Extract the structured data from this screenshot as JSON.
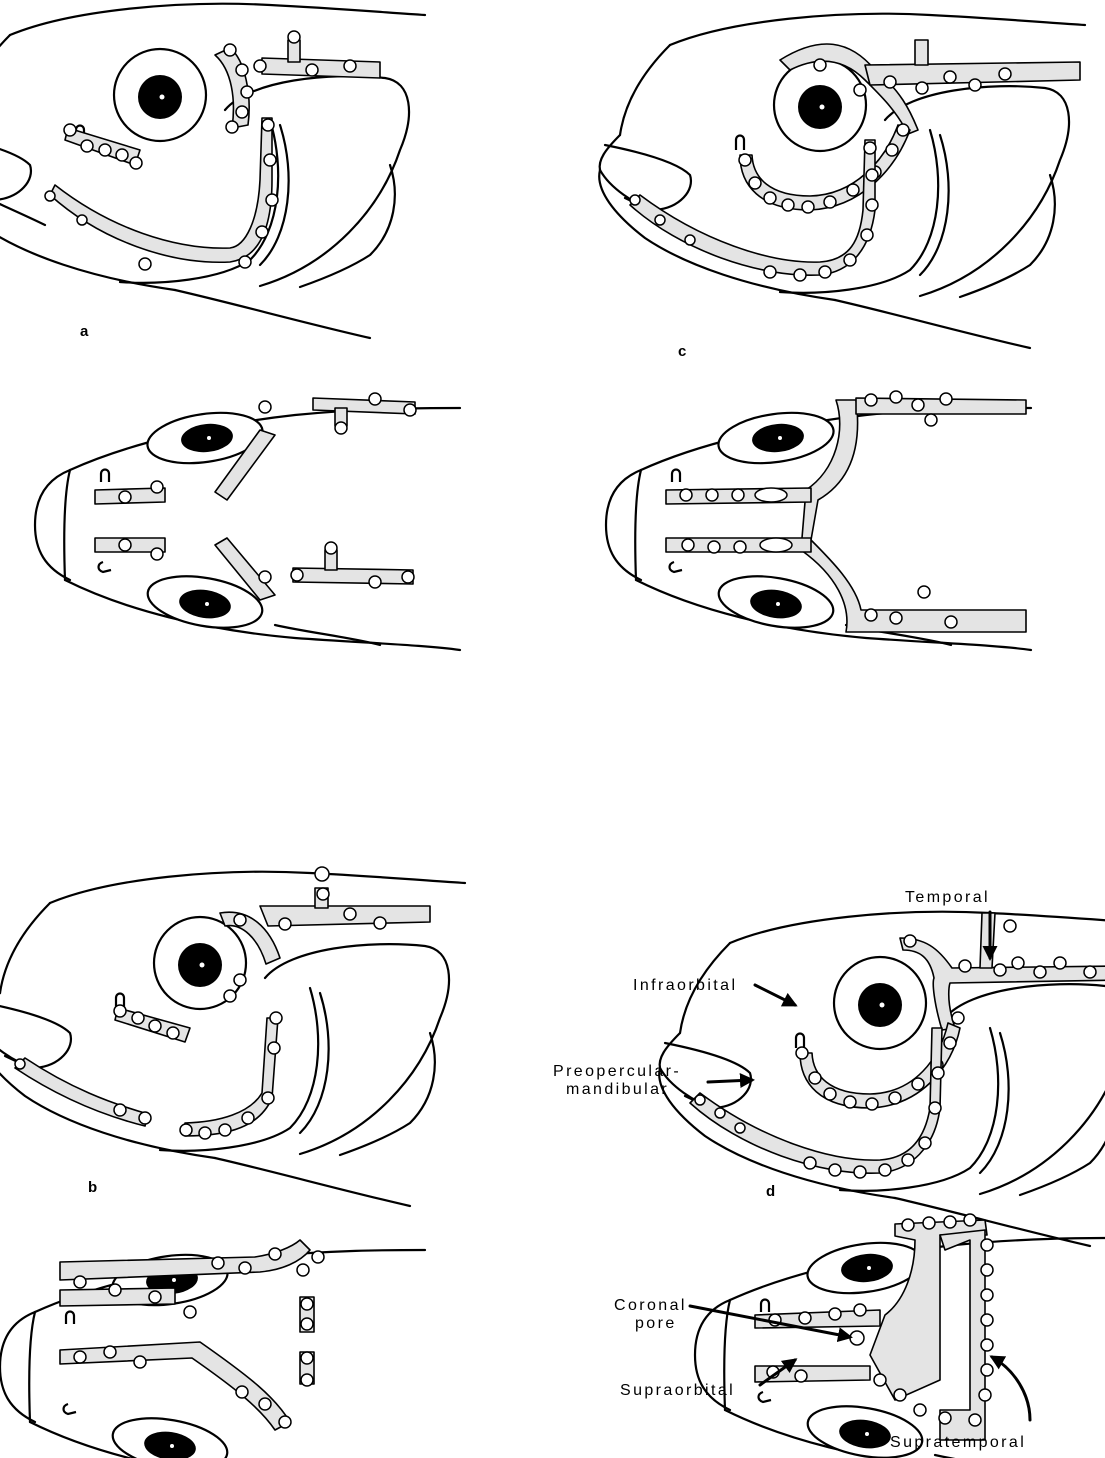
{
  "panels": [
    {
      "label": "a"
    },
    {
      "label": "c"
    },
    {
      "label": "b"
    },
    {
      "label": "d"
    }
  ],
  "annotations": {
    "temporal": "Temporal",
    "infraorbital": "Infraorbital",
    "preopercular_1": "Preopercular-",
    "preopercular_2": "mandibular",
    "coronal_1": "Coronal",
    "coronal_2": "pore",
    "supraorbital": "Supraorbital",
    "supratemporal": "Supratemporal"
  },
  "colors": {
    "ink": "#000000",
    "canal_fill": "#e4e4e4",
    "paper": "#ffffff"
  }
}
